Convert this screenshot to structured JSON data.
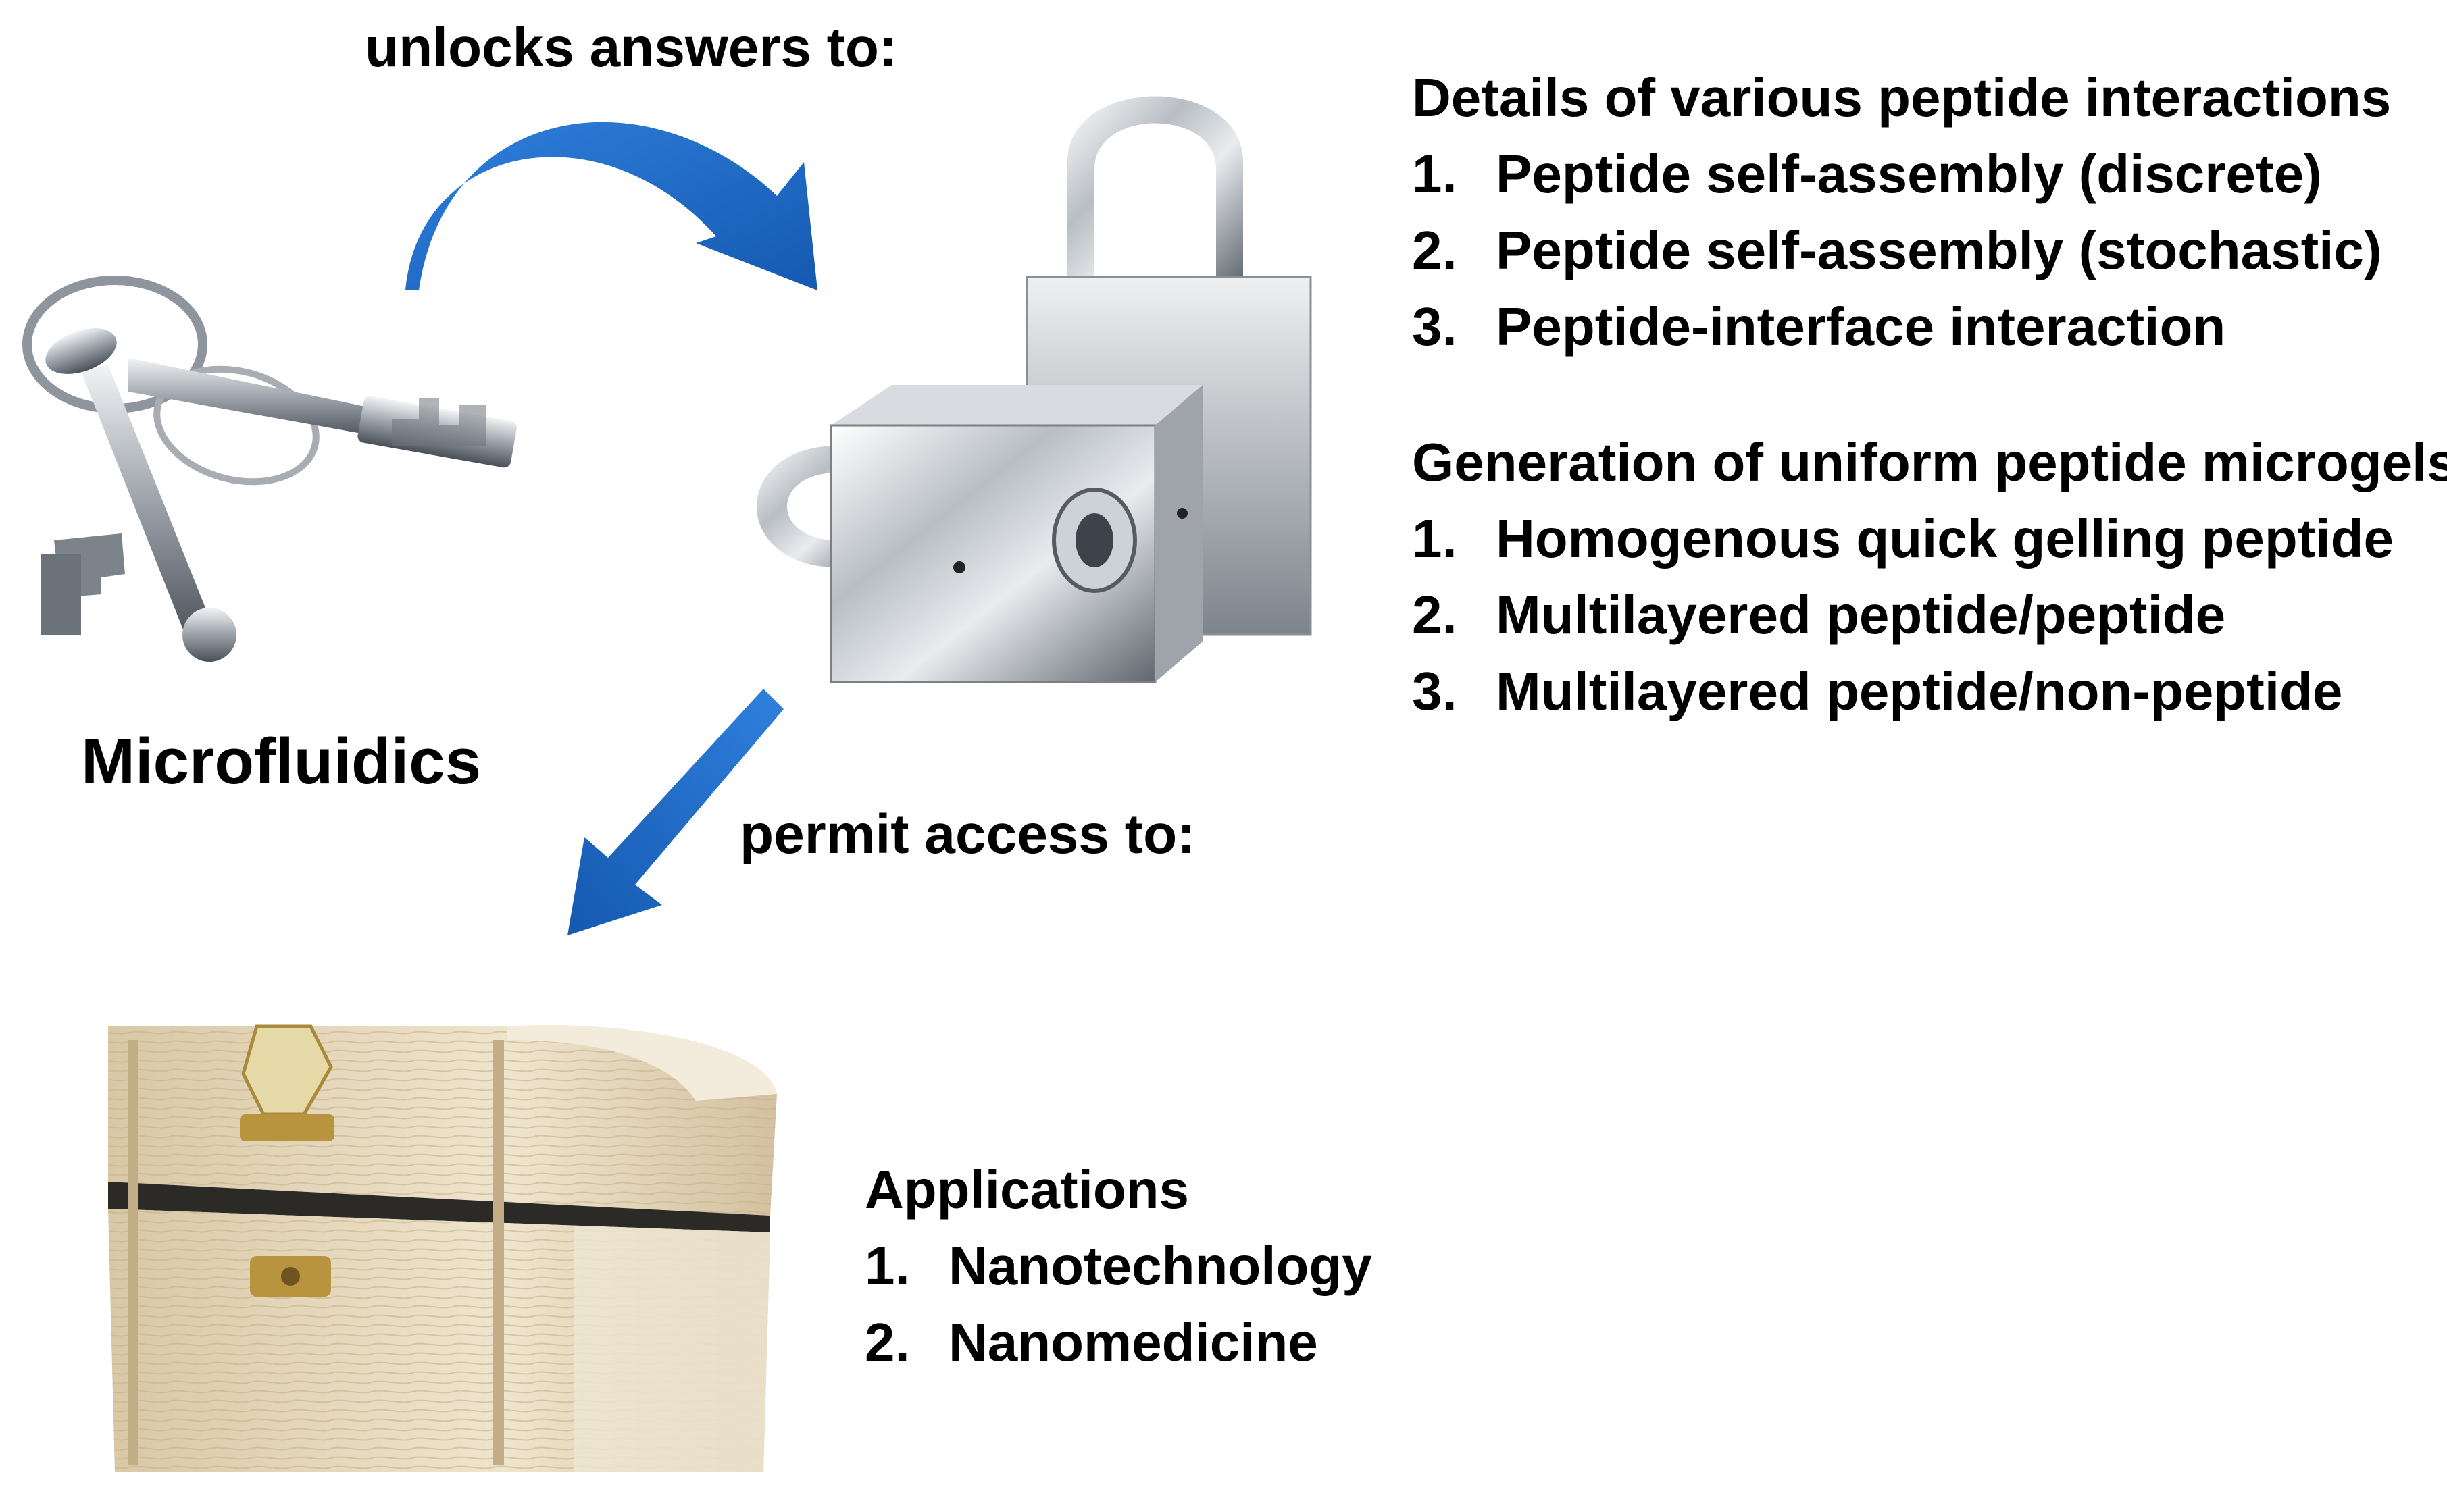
{
  "colors": {
    "arrow": "#1f6cc7",
    "text": "#000000",
    "metal": "#c9ced3",
    "wood": "#e8dcc4"
  },
  "icons": {
    "keys": "keys-icon",
    "padlock": "padlock-icon",
    "chest": "wooden-chest-icon"
  },
  "labels": {
    "unlocks": "unlocks answers to:",
    "permit": "permit access to:",
    "microfluidics": "Microfluidics"
  },
  "details": {
    "heading": "Details of various peptide interactions",
    "items": [
      {
        "num": "1.",
        "text": "Peptide self-assembly (discrete)"
      },
      {
        "num": "2.",
        "text": "Peptide self-assembly (stochastic)"
      },
      {
        "num": "3.",
        "text": "Peptide-interface interaction"
      }
    ]
  },
  "generation": {
    "heading": "Generation of uniform peptide microgels",
    "items": [
      {
        "num": "1.",
        "text": "Homogenous quick gelling peptide"
      },
      {
        "num": "2.",
        "text": "Multilayered peptide/peptide"
      },
      {
        "num": "3.",
        "text": "Multilayered peptide/non-peptide"
      }
    ]
  },
  "applications": {
    "heading": "Applications",
    "items": [
      {
        "num": "1.",
        "text": "Nanotechnology"
      },
      {
        "num": "2.",
        "text": "Nanomedicine"
      }
    ]
  }
}
